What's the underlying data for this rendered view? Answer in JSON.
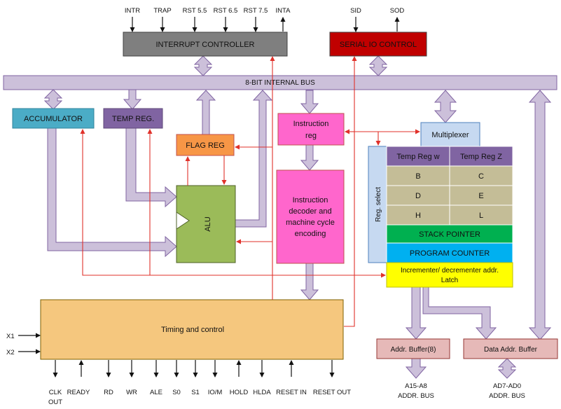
{
  "colors": {
    "bus": "#ccc0da",
    "bus_stroke": "#8064a2",
    "control_line": "#e0312a",
    "interrupt": "#7f7f7f",
    "serial": "#c00000",
    "accumulator": "#4bacc6",
    "temp_reg": "#8064a2",
    "flag_reg": "#f79646",
    "alu": "#9bbb59",
    "instruction": "#ff66cc",
    "multiplexer": "#c6d9f1",
    "reg_header": "#8064a2",
    "reg_cell": "#c4bd97",
    "stack_pointer": "#00b050",
    "program_counter": "#00b0f0",
    "incrementer": "#ffff00",
    "timing": "#f5c77e",
    "buffer": "#e6b9b8"
  },
  "internal_bus": {
    "label": "8-BIT INTERNAL BUS"
  },
  "interrupt": {
    "label": "INTERRUPT CONTROLLER",
    "pins": [
      "INTR",
      "TRAP",
      "RST 5.5",
      "RST 6.5",
      "RST 7.5",
      "INTA"
    ]
  },
  "serial": {
    "label": "SERIAL IO CONTROL",
    "pins": [
      "SID",
      "SOD"
    ]
  },
  "accumulator": {
    "label": "ACCUMULATOR"
  },
  "temp_reg": {
    "label": "TEMP REG."
  },
  "flag_reg": {
    "label": "FLAG REG"
  },
  "alu": {
    "label": "ALU"
  },
  "instruction_reg": {
    "line1": "Instruction",
    "line2": "reg"
  },
  "instruction_decoder": {
    "line1": "Instruction",
    "line2": "decoder and",
    "line3": "machine cycle",
    "line4": "encoding"
  },
  "multiplexer": {
    "label": "Multiplexer"
  },
  "reg_select": {
    "label": "Reg. select"
  },
  "register_array": {
    "header": [
      "Temp Reg w",
      "Temp Reg Z"
    ],
    "rows": [
      [
        "B",
        "C"
      ],
      [
        "D",
        "E"
      ],
      [
        "H",
        "L"
      ]
    ],
    "stack_pointer": "STACK POINTER",
    "program_counter": "PROGRAM COUNTER",
    "incrementer": {
      "line1": "Incrementer/ decrementer addr.",
      "line2": "Latch"
    }
  },
  "timing": {
    "label": "Timing and control",
    "inputs": [
      "X1",
      "X2"
    ],
    "pins": [
      {
        "line1": "CLK",
        "line2": "OUT"
      },
      {
        "line1": "READY",
        "line2": ""
      },
      {
        "line1": "RD",
        "line2": ""
      },
      {
        "line1": "WR",
        "line2": ""
      },
      {
        "line1": "ALE",
        "line2": ""
      },
      {
        "line1": "S0",
        "line2": ""
      },
      {
        "line1": "S1",
        "line2": ""
      },
      {
        "line1": "IO/M",
        "line2": ""
      },
      {
        "line1": "HOLD",
        "line2": ""
      },
      {
        "line1": "HLDA",
        "line2": ""
      },
      {
        "line1": "RESET IN",
        "line2": ""
      },
      {
        "line1": "RESET OUT",
        "line2": ""
      }
    ]
  },
  "addr_buffer": {
    "label": "Addr. Buffer(8)",
    "bus_line1": "A15-A8",
    "bus_line2": "ADDR. BUS"
  },
  "data_addr_buffer": {
    "label": "Data Addr. Buffer",
    "bus_line1": "AD7-AD0",
    "bus_line2": "ADDR. BUS"
  }
}
